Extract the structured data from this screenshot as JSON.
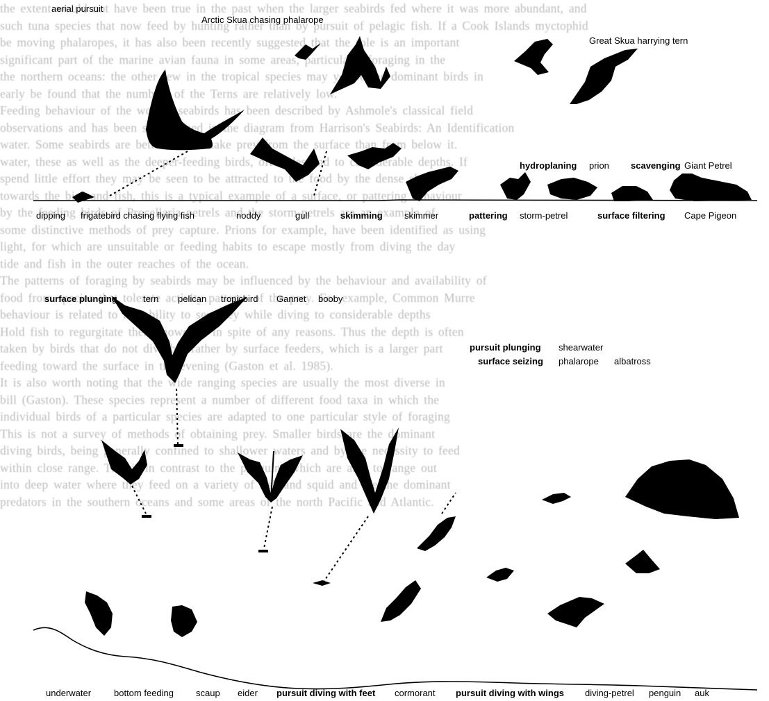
{
  "background_text": [
    "the extent would not have been true in the past when the larger seabirds fed where it was more abundant, and",
    "such tuna species that now feed by hunting rather than by pursuit of pelagic fish. If a Cook Islands myctophid",
    "be moving phalaropes, it has also been recently suggested that the role is an important",
    "significant part of the marine avian fauna in some areas, particularly foraging in the",
    "the northern oceans: the other few in the tropical species may yet be the dominant birds in",
    "early be found that the numbers of the Terns are relatively low.",
    "Feeding behaviour of the world's seabirds has been described by Ashmole's classical field",
    "observations and has been summarized in the diagram from Harrison's Seabirds: An Identification",
    "water. Some seabirds are better able to take prey from the surface than from below it.",
    "water, these as well as the deeper-feeding birds, often descend to considerable depths. If",
    "spend little effort they may be seen to be attracted to the food by the dense shoals.",
    "towards the bird and fish, this is a typical example of a surface, or pattering behaviour",
    "by the feeding birds of Procellaria petrels and the storm-petrels are an example of",
    "some distinctive methods of prey capture. Prions for example, have been identified as using",
    "light, for which are unsuitable or feeding habits to escape mostly from diving the day",
    "tide and fish in the outer reaches of the ocean.",
    "The patterns of foraging by seabirds may be influenced by the behaviour and availability of",
    "food from species that tolerate activity patterns of the prey. For example, Common Murre",
    "behaviour is related to the ability to see prey while diving to considerable depths",
    "Hold fish to regurgitate them, however, in spite of any reasons. Thus the depth is often",
    "taken by birds that do not dive but rather by surface feeders, which is a larger part",
    "feeding toward the surface in the evening (Gaston et al. 1985).",
    "It is also worth noting that the wide ranging species are usually the most diverse in",
    "bill (Gaston). These species represent a number of different food taxa in which the",
    "individual birds of a particular species are adapted to one particular style of foraging",
    "This is not a survey of methods of obtaining prey. Smaller birds are the dominant",
    "diving birds, being generally confined to shallower waters and by the necessity to feed",
    "within close range. This is in contrast to the penguins which are able to range out",
    "into deep water where they feed on a variety of fish and squid and are the dominant",
    "predators in the southern oceans and some areas of the north Pacific and Atlantic."
  ],
  "labels": {
    "aerial_pursuit": "aerial pursuit",
    "arctic_skua_chasing_phalarope": "Arctic Skua chasing phalarope",
    "great_skua_harrying_tern": "Great Skua harrying tern",
    "hydroplaning": "hydroplaning",
    "prion": "prion",
    "scavenging": "scavenging",
    "giant_petrel": "Giant Petrel",
    "dipping": "dipping",
    "frigatebird_chasing_flying_fish": "frigatebird chasing flying fish",
    "noddy": "noddy",
    "gull": "gull",
    "skimming": "skimming",
    "skimmer": "skimmer",
    "pattering": "pattering",
    "storm_petrel": "storm-petrel",
    "surface_filtering": "surface filtering",
    "cape_pigeon": "Cape Pigeon",
    "surface_plunging": "surface plunging",
    "tern": "tern",
    "pelican": "pelican",
    "tropicbird": "tropicbird",
    "gannet": "Gannet",
    "booby": "booby",
    "pursuit_plunging": "pursuit plunging",
    "shearwater": "shearwater",
    "surface_seizing": "surface seizing",
    "phalarope": "phalarope",
    "albatross": "albatross",
    "underwater": "underwater",
    "bottom_feeding": "bottom feeding",
    "scaup": "scaup",
    "eider": "eider",
    "pursuit_diving_with_feet": "pursuit diving with feet",
    "cormorant": "cormorant",
    "pursuit_diving_with_wings": "pursuit diving with wings",
    "diving_petrel": "diving-petrel",
    "penguin": "penguin",
    "auk": "auk"
  },
  "colors": {
    "ink": "#000000",
    "background_text": "#bdbdbd",
    "paper": "#ffffff"
  }
}
